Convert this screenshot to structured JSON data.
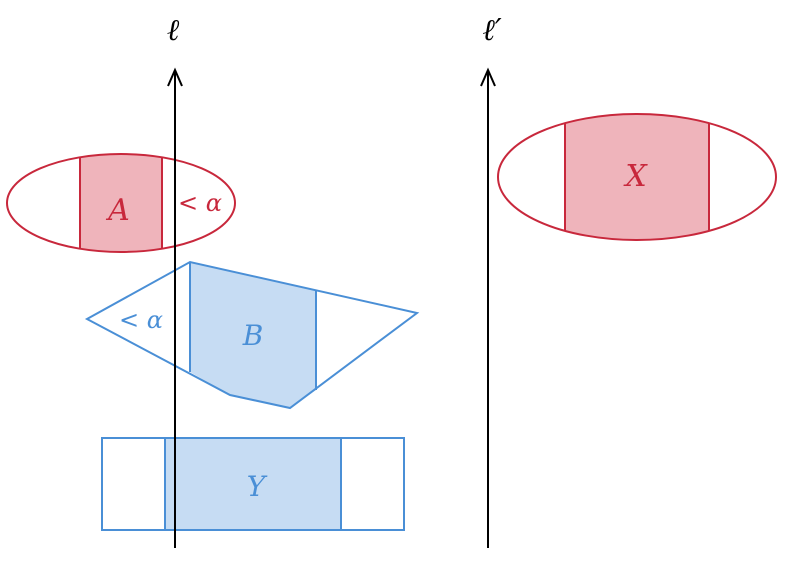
{
  "colors": {
    "red_stroke": "#c8283c",
    "red_fill": "#efb4bb",
    "blue_stroke": "#4a8fd6",
    "blue_fill": "#c6dcf3",
    "line": "#000000"
  },
  "lines": {
    "left_label": "ℓ",
    "right_label": "ℓ′"
  },
  "labels": {
    "A": "A",
    "B": "B",
    "X": "X",
    "Y": "Y",
    "less_alpha_red": "< α",
    "less_alpha_blue": "< α"
  }
}
